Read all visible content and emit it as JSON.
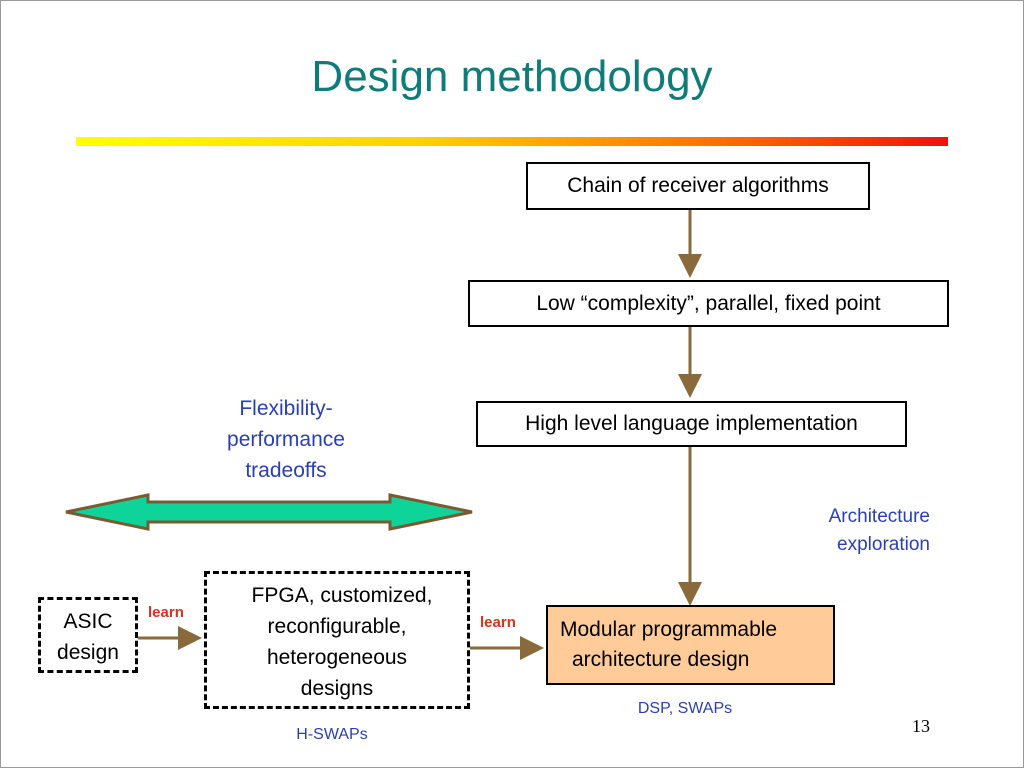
{
  "slide": {
    "title": "Design methodology",
    "page_number": "13"
  },
  "flow": {
    "chain_box": "Chain of receiver algorithms",
    "low_box": "Low “complexity”, parallel, fixed point",
    "high_box": "High level language implementation",
    "modular_line1": "Modular programmable",
    "modular_line2": "architecture design"
  },
  "left": {
    "tradeoff_line1": "Flexibility-",
    "tradeoff_line2": "performance",
    "tradeoff_line3": "tradeoffs",
    "asic_line1": "ASIC",
    "asic_line2": "design",
    "fpga_line1": "FPGA, customized,",
    "fpga_line2": "reconfigurable,",
    "fpga_line3": "heterogeneous",
    "fpga_line4": "designs",
    "learn_left": "learn",
    "learn_right": "learn",
    "hswaps": "H-SWAPs"
  },
  "right": {
    "arch_line1": "Architecture",
    "arch_line2": "exploration",
    "dsp": "DSP, SWAPs"
  },
  "colors": {
    "title": "#0e7d7a",
    "annotation_blue": "#2a3fb6",
    "learn_red": "#d8341c",
    "arrow_brown": "#8a6a3a",
    "double_arrow_fill": "#0fd49a",
    "modular_fill": "#ffcc99"
  }
}
